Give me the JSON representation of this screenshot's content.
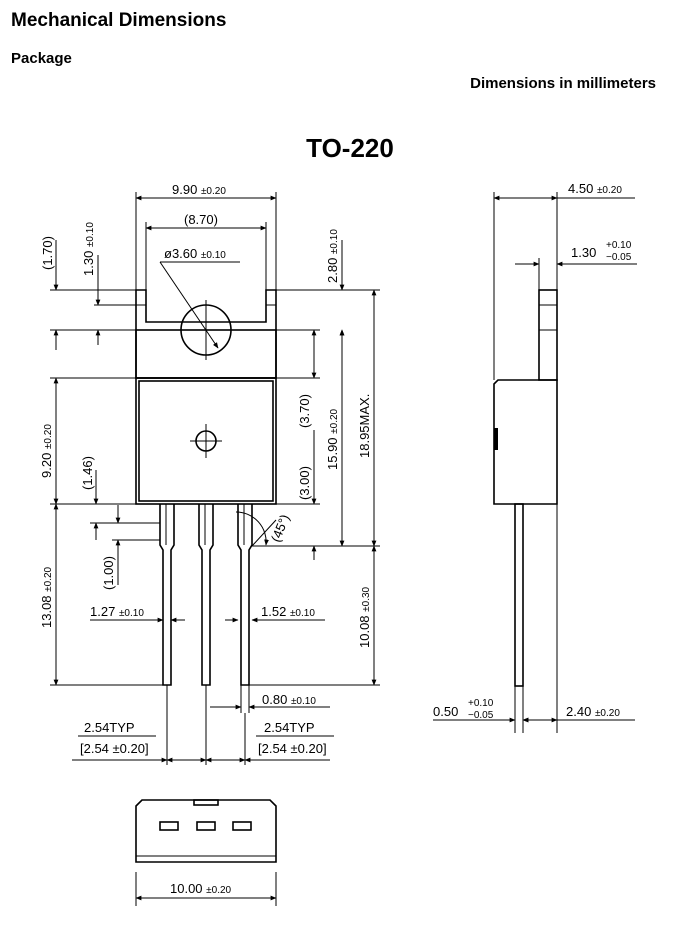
{
  "header": {
    "title": "Mechanical Dimensions",
    "subtitle": "Package",
    "units_note": "Dimensions in millimeters"
  },
  "package_name": "TO-220",
  "dims": {
    "width_top": {
      "value": "9.90",
      "tol": "±0.20"
    },
    "tab_inner": {
      "value": "(8.70)"
    },
    "hole": {
      "value": "ø3.60",
      "tol": "±0.10"
    },
    "tab_top_ref": {
      "value": "(1.70)"
    },
    "tab_thk": {
      "value": "1.30",
      "tol": "±0.10"
    },
    "hole_to_top": {
      "value": "2.80",
      "tol": "±0.10"
    },
    "ref_370": {
      "value": "(3.70)"
    },
    "ref_300": {
      "value": "(3.00)"
    },
    "body_height": {
      "value": "15.90",
      "tol": "±0.20"
    },
    "overall_max": {
      "value": "18.95MAX."
    },
    "body_lower": {
      "value": "9.20",
      "tol": "±0.20"
    },
    "ref_146": {
      "value": "(1.46)"
    },
    "ref_100": {
      "value": "(1.00)"
    },
    "angle": {
      "value": "(45°)"
    },
    "lead_length": {
      "value": "13.08",
      "tol": "±0.20"
    },
    "lead_width_left": {
      "value": "1.27",
      "tol": "±0.10"
    },
    "lead_width_right": {
      "value": "1.52",
      "tol": "±0.10"
    },
    "lead_to_seat": {
      "value": "10.08",
      "tol": "±0.30"
    },
    "lead_thk": {
      "value": "0.80",
      "tol": "±0.10"
    },
    "pitch_left": {
      "value": "2.54TYP",
      "alt": "[2.54 ±0.20]"
    },
    "pitch_right": {
      "value": "2.54TYP",
      "alt": "[2.54 ±0.20]"
    },
    "bottom_width": {
      "value": "10.00",
      "tol": "±0.20"
    },
    "side_thk": {
      "value": "4.50",
      "tol": "±0.20"
    },
    "side_tab": {
      "value": "1.30",
      "tol_plus": "+0.10",
      "tol_minus": "−0.05"
    },
    "side_lead": {
      "value": "0.50",
      "tol_plus": "+0.10",
      "tol_minus": "−0.05"
    },
    "side_offset": {
      "value": "2.40",
      "tol": "±0.20"
    }
  }
}
